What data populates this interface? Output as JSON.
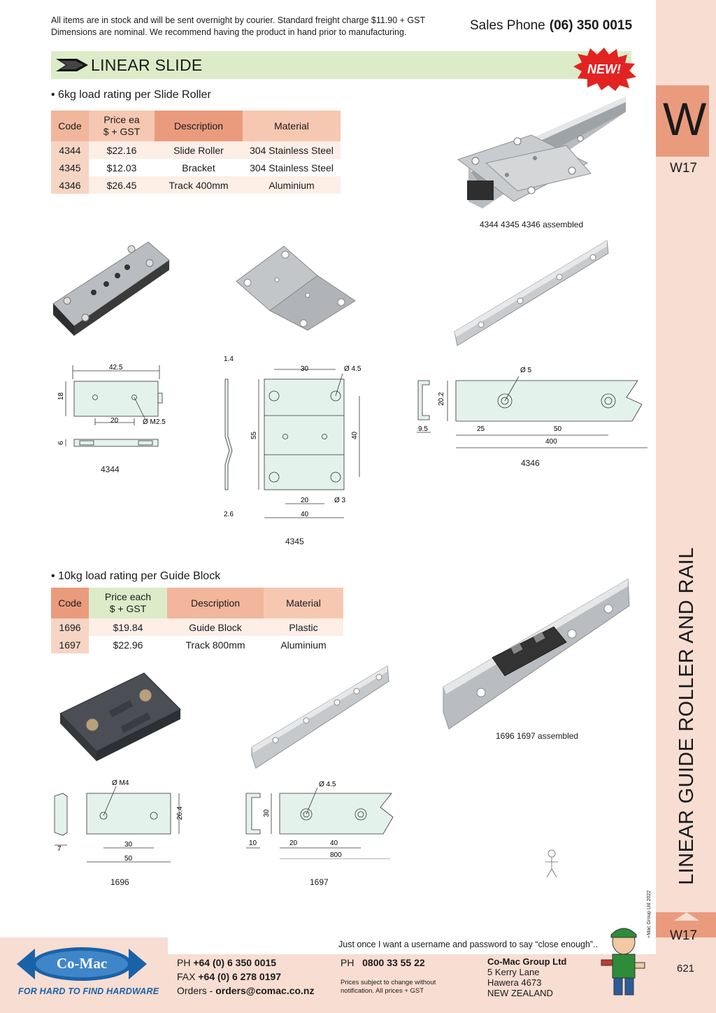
{
  "header": {
    "notice_line1": "All items are in stock and will be sent overnight by courier. Standard freight charge $11.90 + GST",
    "notice_line2": "Dimensions are nominal. We recommend having the product in hand prior to manufacturing.",
    "sales_label": "Sales Phone",
    "sales_phone": "(06) 350 0015"
  },
  "section": {
    "title": "LINEAR SLIDE",
    "badge": "NEW!"
  },
  "table1": {
    "bullet": "• 6kg load rating per Slide Roller",
    "headers": [
      "Code",
      "Price ea",
      "$ + GST",
      "Description",
      "Material"
    ],
    "rows": [
      {
        "code": "4344",
        "price": "$22.16",
        "desc": "Slide Roller",
        "material": "304 Stainless Steel"
      },
      {
        "code": "4345",
        "price": "$12.03",
        "desc": "Bracket",
        "material": "304 Stainless Steel"
      },
      {
        "code": "4346",
        "price": "$26.45",
        "desc": "Track 400mm",
        "material": "Aluminium"
      }
    ]
  },
  "table2": {
    "bullet": "• 10kg load rating per Guide Block",
    "headers": [
      "Code",
      "Price each",
      "$ + GST",
      "Description",
      "Material"
    ],
    "rows": [
      {
        "code": "1696",
        "price": "$19.84",
        "desc": "Guide Block",
        "material": "Plastic"
      },
      {
        "code": "1697",
        "price": "$22.96",
        "desc": "Track 800mm",
        "material": "Aluminium"
      }
    ]
  },
  "captions": {
    "assembled1": "4344 4345 4346 assembled",
    "assembled2": "1696 1697 assembled",
    "d4344": "4344",
    "d4345": "4345",
    "d4346": "4346",
    "d1696": "1696",
    "d1697": "1697"
  },
  "dims": {
    "d4344": {
      "w": "42.5",
      "h": "18",
      "pitch": "20",
      "hole": "Ø M2.5",
      "t": "6"
    },
    "d4345": {
      "t": "1.4",
      "w": "30",
      "hole1": "Ø 4.5",
      "h": "55",
      "h2": "40",
      "pitch": "20",
      "hole2": "Ø 3",
      "w2": "40",
      "b": "2.6"
    },
    "d4346": {
      "hole": "Ø 5",
      "h": "20.2",
      "w": "9.5",
      "a": "25",
      "b": "50",
      "len": "400"
    },
    "d1696": {
      "hole": "Ø M4",
      "h": "26.4",
      "pitch": "30",
      "w": "50",
      "t": "7"
    },
    "d1697": {
      "hole": "Ø 4.5",
      "h": "30",
      "w": "10",
      "a": "20",
      "b": "40",
      "len": "800"
    }
  },
  "side": {
    "letter": "W",
    "code_top": "W17",
    "code_bottom": "W17",
    "vertical_title": "LINEAR GUIDE ROLLER AND RAIL",
    "copyright": "© Co-Mac Group Ltd 2022",
    "page_number": "621"
  },
  "footer": {
    "quote": "Just once I want a username and password to say “close enough”..",
    "logo_text": "Co-Mac",
    "tagline": "FOR HARD TO FIND HARDWARE",
    "ph_label": "PH",
    "ph": "+64 (0) 6 350 0015",
    "fax_label": "FAX",
    "fax": "+64 (0) 6 278 0197",
    "orders_label": "Orders -",
    "orders": "orders@comac.co.nz",
    "ph2_label": "PH",
    "ph2": "0800 33 55 22",
    "prices_note_1": "Prices subject to change without",
    "prices_note_2": "notification. All prices + GST",
    "company": "Co-Mac Group Ltd",
    "addr1": "5 Kerry Lane",
    "addr2": "Hawera 4673",
    "addr3": "NEW ZEALAND"
  },
  "colors": {
    "banner_green": "#dcecc8",
    "table_header": "#f1b69c",
    "side_strip": "#f8ddd2",
    "tab": "#ea9b7e",
    "badge_red": "#e32322",
    "logo_blue": "#1a62a8"
  }
}
